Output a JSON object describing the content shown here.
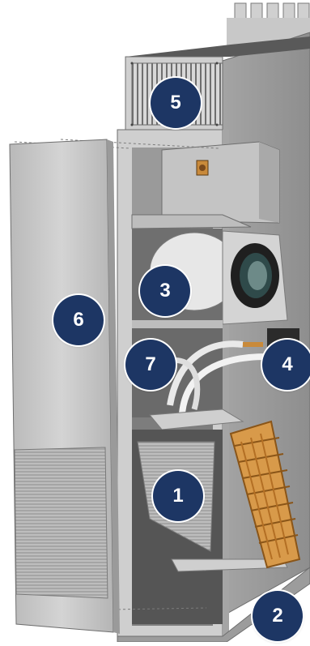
{
  "colors": {
    "badge_fill": "#1d3664",
    "badge_text": "#ffffff",
    "cabinet_light": "#c9c9c9",
    "cabinet_dark": "#8c8c8c",
    "coil_copper": "#c98a3b"
  },
  "callouts": [
    {
      "id": "1",
      "label": "1"
    },
    {
      "id": "2",
      "label": "2"
    },
    {
      "id": "3",
      "label": "3"
    },
    {
      "id": "4",
      "label": "4"
    },
    {
      "id": "5",
      "label": "5"
    },
    {
      "id": "6",
      "label": "6"
    },
    {
      "id": "7",
      "label": "7"
    }
  ]
}
